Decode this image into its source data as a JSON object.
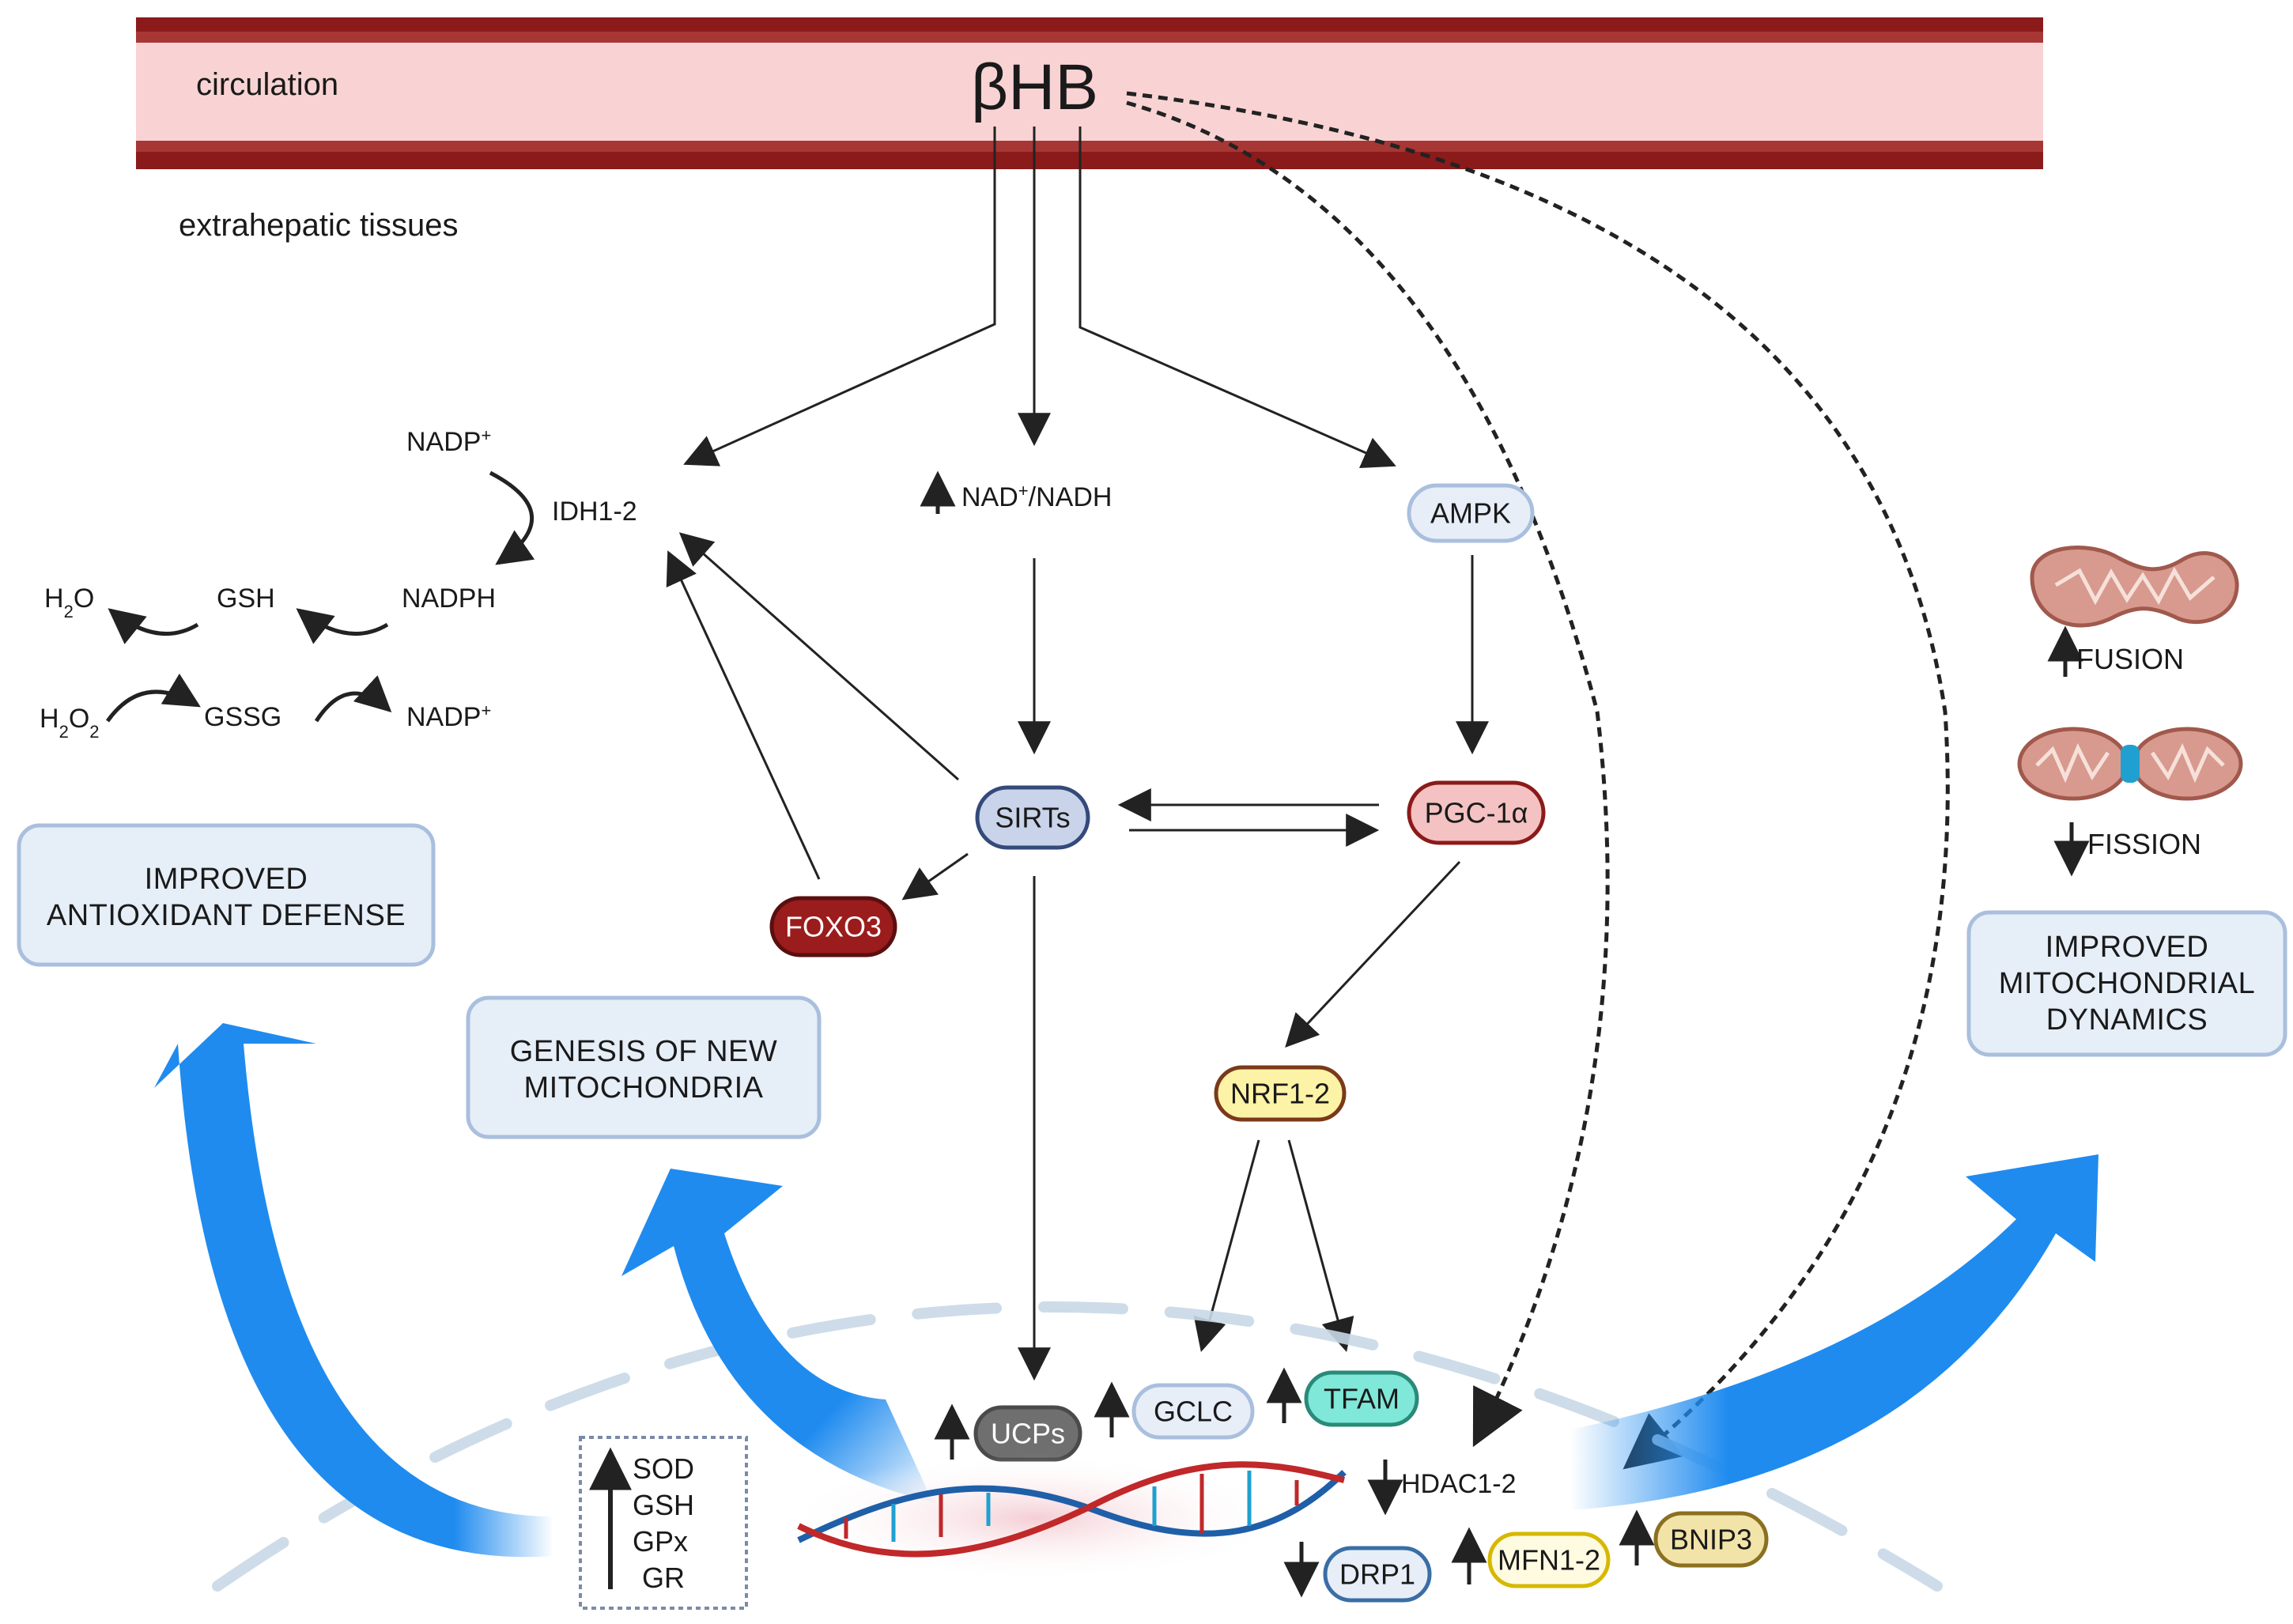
{
  "labels": {
    "circulation": "circulation",
    "bhb": "βHB",
    "extrahepatic": "extrahepatic tissues",
    "nadp_top": "NADP",
    "idh": "IDH1-2",
    "nadph": "NADPH",
    "h2o": "H",
    "h2o_sub": "2",
    "h2o_tail": "O",
    "h2o2": "H",
    "h2o2_sub1": "2",
    "h2o2_mid": "O",
    "h2o2_sub2": "2",
    "gsh": "GSH",
    "gssg": "GSSG",
    "nadp_bottom": "NADP",
    "plus": "+",
    "nad_ratio_a": "NAD",
    "nad_ratio_b": "/NADH",
    "ampk": "AMPK",
    "sirts": "SIRTs",
    "pgc": "PGC-1α",
    "foxo3": "FOXO3",
    "nrf": "NRF1-2",
    "ucps": "UCPs",
    "gclc": "GCLC",
    "tfam": "TFAM",
    "hdac": "HDAC1-2",
    "drp1": "DRP1",
    "mfn": "MFN1-2",
    "bnip3": "BNIP3",
    "fusion": "FUSION",
    "fission": "FISSION",
    "antioxidants": [
      "SOD",
      "GSH",
      "GPx",
      "GR"
    ]
  },
  "outcomes": {
    "antioxidant": [
      "IMPROVED",
      "ANTIOXIDANT DEFENSE"
    ],
    "genesis": [
      "GENESIS OF NEW",
      "MITOCHONDRIA"
    ],
    "dynamics": [
      "IMPROVED",
      "MITOCHONDRIAL",
      "DYNAMICS"
    ]
  },
  "colors": {
    "vessel_outer": "#8b1a1a",
    "vessel_inner": "#f9d3d3",
    "outcome_fill": "#e6eef8",
    "outcome_stroke": "#a9bfdd",
    "big_arrow": "#1f8bef",
    "foxo3": "#9b1c1c",
    "pgc": "#f4c2c2",
    "nrf": "#fdf3a6",
    "ucps": "#6f6f6f",
    "tfam": "#7fe8d8",
    "sirts": "#c9d3ea",
    "mito": "#d89a8e"
  }
}
